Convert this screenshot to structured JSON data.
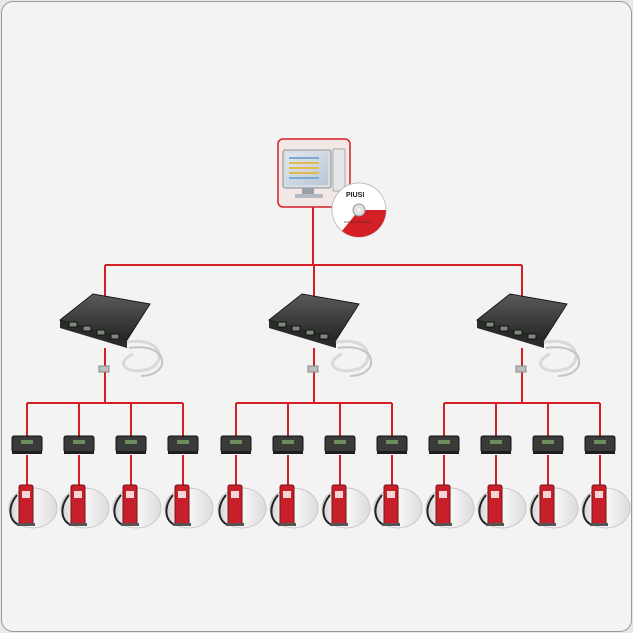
{
  "server": {
    "name": "server-computer",
    "cd_brand": "PIUSI",
    "cd_caption": "Software Installation"
  },
  "hubs": [
    {
      "name": "hub-left"
    },
    {
      "name": "hub-center"
    },
    {
      "name": "hub-right"
    }
  ],
  "nodes_per_hub": 4,
  "colors": {
    "wire": "#d51f26",
    "device_body": "#3a3a3a",
    "dispenser_red": "#c8202a",
    "tank_white": "#ffffff",
    "frame_border": "#9a9a9a"
  }
}
